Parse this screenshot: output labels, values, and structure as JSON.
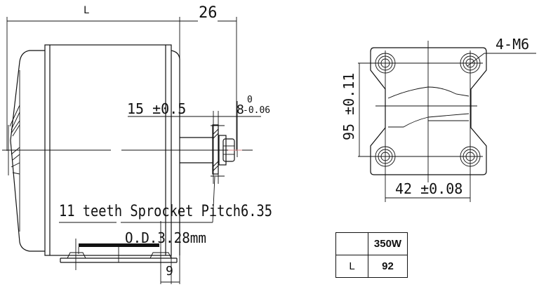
{
  "side_view": {
    "dim_length_label": "L",
    "dim_shaft_length": "26",
    "dim_shaft_offset": "15 ±0.5",
    "dim_shaft_dia_main": "8",
    "dim_shaft_tol_upper": "0",
    "dim_shaft_tol_lower": "-0.06",
    "sprocket_note": "11 teeth Sprocket Pitch6.35",
    "sprocket_od": "O.D.3.28mm",
    "dim_base_offset": "9"
  },
  "mount_view": {
    "hole_callout": "4-M6",
    "dim_vertical": "95 ±0.11",
    "dim_horizontal": "42 ±0.08"
  },
  "spec_table": {
    "header_empty": "",
    "header_model": "350W",
    "row_label": "L",
    "row_value": "92"
  }
}
